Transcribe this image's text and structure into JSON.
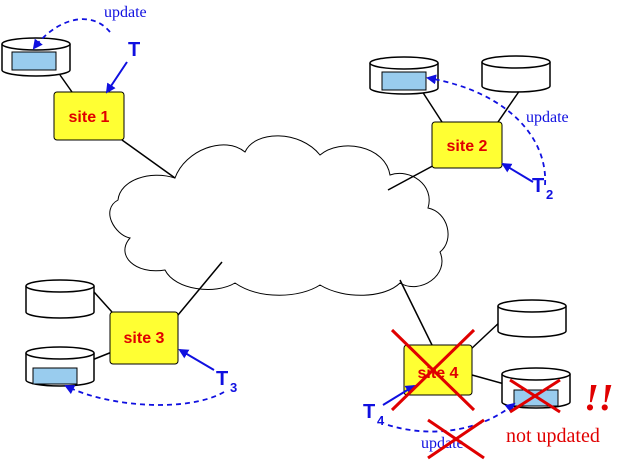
{
  "sites": {
    "site1": "site 1",
    "site2": "site 2",
    "site3": "site 3",
    "site4": "site 4"
  },
  "transactions": {
    "t1": "T",
    "t2": {
      "main": "T",
      "sub": "2"
    },
    "t3": {
      "main": "T",
      "sub": "3"
    },
    "t4": {
      "main": "T",
      "sub": "4"
    }
  },
  "labels": {
    "update_1": "update",
    "update_2": "update",
    "update_4": "update",
    "not_updated": "not updated",
    "exclaim": "!!"
  },
  "colors": {
    "site_fill": "#ffff33",
    "replica_fill": "#99ccee",
    "arrow": "#1010e0",
    "cross": "#e00000",
    "label_red": "#e00000"
  }
}
